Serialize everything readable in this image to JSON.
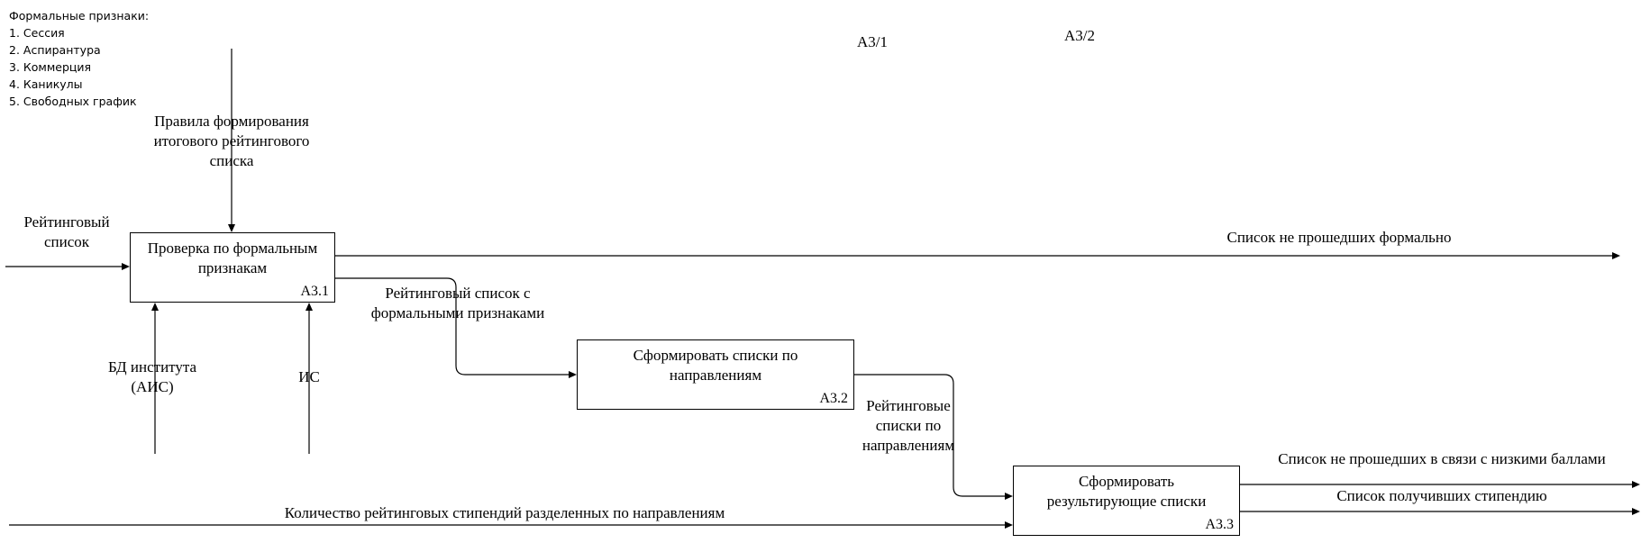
{
  "note": {
    "title": "Формальные признаки:",
    "items": [
      "1. Сессия",
      "2. Аспирантура",
      "3. Коммерция",
      "4. Каникулы",
      "5. Свободных график"
    ]
  },
  "refs": {
    "a31": "А3/1",
    "a32": "А3/2"
  },
  "boxes": {
    "b1": {
      "title": "Проверка по формальным признакам",
      "id": "А3.1"
    },
    "b2": {
      "title": "Сформировать списки по направлениям",
      "id": "А3.2"
    },
    "b3": {
      "title": "Сформировать результирующие списки",
      "id": "А3.3"
    }
  },
  "arrows": {
    "rules": "Правила формирования итогового рейтингового списка",
    "rating_in": "Рейтинговый список",
    "db": "БД института (АИС)",
    "is": "ИС",
    "failed_formal": "Список не прошедших формально",
    "rating_with_signs": "Рейтинговый список с формальными признаками",
    "rating_by_dir": "Рейтинговые списки по направлениям",
    "failed_low": "Список не прошедших в связи с низкими баллами",
    "got_stipend": "Список получивших стипендию",
    "count": "Количество рейтинговых стипендий разделенных по направлениям"
  }
}
